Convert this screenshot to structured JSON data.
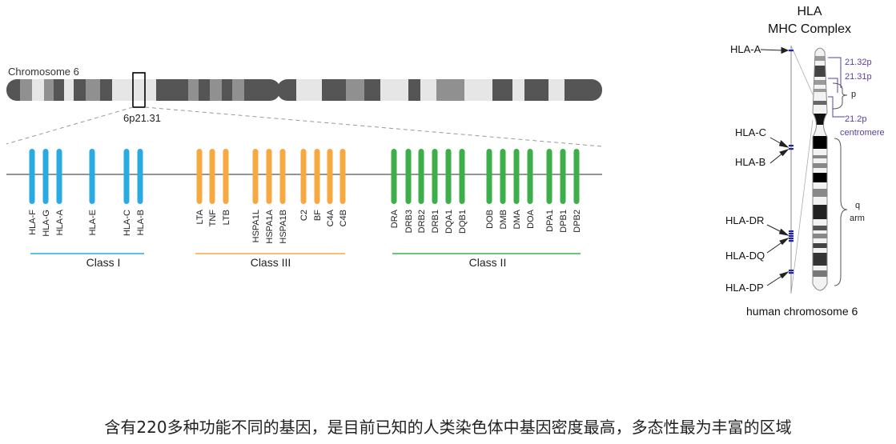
{
  "chromosome": {
    "label": "Chromosome 6",
    "band": "6p21.31"
  },
  "colors": {
    "class_i": "#29abe2",
    "class_iii": "#f7a941",
    "class_ii": "#3daf4a",
    "band_dark": "#555555",
    "band_mid": "#909090",
    "band_light": "#e6e6e6",
    "accent_purple": "#5b3fa0",
    "gene_marker": "#2222aa"
  },
  "gene_classes": [
    {
      "name": "Class I",
      "color_key": "class_i",
      "genes": [
        "HLA-F",
        "HLA-G",
        "HLA-A",
        "HLA-E",
        "HLA-C",
        "HLA-B"
      ]
    },
    {
      "name": "Class III",
      "color_key": "class_iii",
      "genes": [
        "LTA",
        "TNF",
        "LTB",
        "HSPA1L",
        "HSPA1A",
        "HSPA1B",
        "C2",
        "BF",
        "C4A",
        "C4B"
      ]
    },
    {
      "name": "Class II",
      "color_key": "class_ii",
      "genes": [
        "DRA",
        "DRB3",
        "DRB2",
        "DRB1",
        "DQA1",
        "DQB1",
        "DOB",
        "DMB",
        "DMA",
        "DOA",
        "DPA1",
        "DPB1",
        "DPB2"
      ]
    }
  ],
  "right_panel": {
    "title_line1": "HLA",
    "title_line2": "MHC Complex",
    "loci": [
      "HLA-A",
      "HLA-C",
      "HLA-B",
      "HLA-DR",
      "HLA-DQ",
      "HLA-DP"
    ],
    "bands": [
      "21.32p",
      "21.31p",
      "21.2p"
    ],
    "centromere": "centromere",
    "p_arm": "p",
    "q_arm_line1": "q",
    "q_arm_line2": "arm",
    "caption": "human chromosome 6"
  },
  "footer": "含有220多种功能不同的基因，是目前已知的人类染色体中基因密度最高，多态性最为丰富的区域"
}
